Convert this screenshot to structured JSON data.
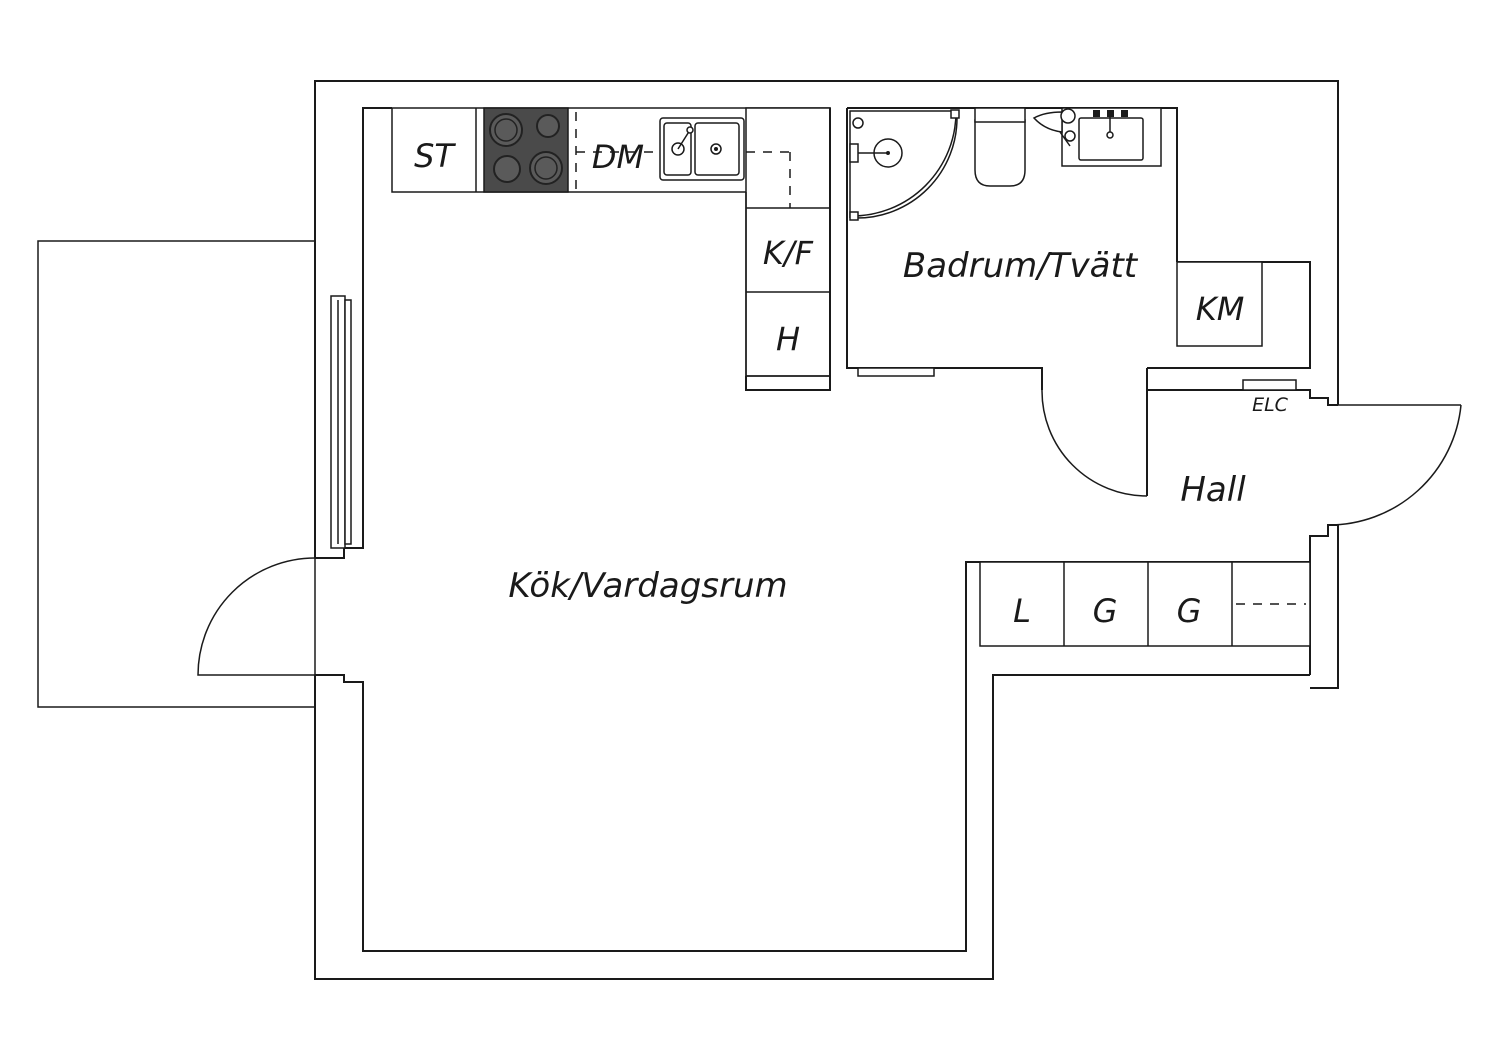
{
  "rooms": {
    "living": "Kök/Vardagsrum",
    "bathroom": "Badrum/Tvätt",
    "hall": "Hall"
  },
  "kitchen": {
    "stove_left": "ST",
    "dishwasher": "DM",
    "fridge_freezer": "K/F",
    "cabinet": "H"
  },
  "bathroom": {
    "washing_machine": "KM"
  },
  "hall": {
    "electric_panel": "ELC",
    "wardrobe_1": "L",
    "wardrobe_2": "G",
    "wardrobe_3": "G"
  },
  "colors": {
    "line": "#1a1a1a",
    "hob": "#4a4a4a",
    "background": "#ffffff"
  }
}
